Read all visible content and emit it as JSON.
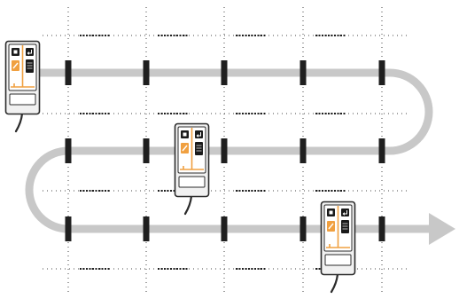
{
  "colors": {
    "background": "#ffffff",
    "track": "#c8c8c8",
    "tick": "#1f1f1f",
    "grid_dot": "#444444",
    "device_body": "#f1f1f1",
    "device_outline": "#2b2b2b",
    "accent": "#f0a040",
    "icon_dark": "#1a1a1a"
  },
  "icons": {
    "path": "serpentine-arrow-path",
    "arrow_head": "arrow-head-icon",
    "device": "handheld-reader-device",
    "button_square": "square-icon",
    "button_enter": "enter-icon",
    "button_edit": "edit-icon",
    "screen_panel": "display-panel-icon",
    "cable": "cable-icon"
  },
  "diagram": {
    "rows": 3,
    "markers_per_row": 5,
    "devices": [
      {
        "name": "device-row-1"
      },
      {
        "name": "device-row-2"
      },
      {
        "name": "device-row-3"
      }
    ]
  }
}
